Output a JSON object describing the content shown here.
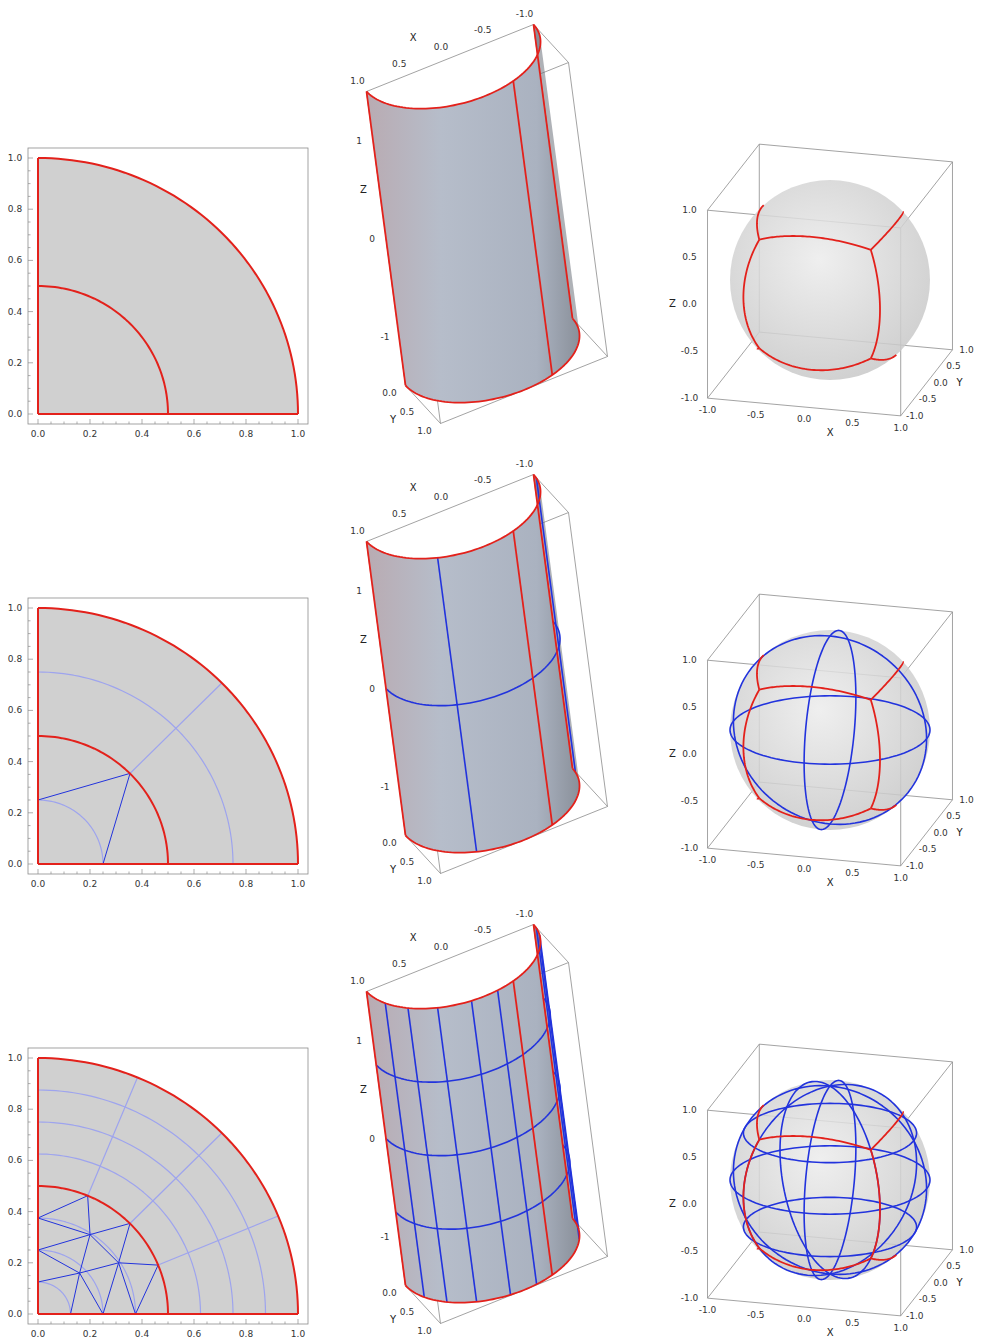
{
  "diagram": {
    "labels": [
      "0.0",
      "0.2",
      "0.4",
      "0.6",
      "0.8",
      "1.0",
      "0.0",
      "0.2",
      "0.4",
      "0.6",
      "0.8",
      "1.0",
      "1.0",
      "0.5",
      "0.0",
      "-0.5",
      "-1.0",
      "X",
      "1",
      "0",
      "-1",
      "Z",
      "0.0",
      "0.5",
      "1.0",
      "Y",
      "1.0",
      "0.5",
      "0.0",
      "-0.5",
      "-1.0",
      "Z",
      "-1.0",
      "-0.5",
      "0.0",
      "0.5",
      "1.0",
      "X",
      "1.0",
      "0.5",
      "0.0",
      "-0.5",
      "-1.0",
      "Y",
      "0.0",
      "0.2",
      "0.4",
      "0.6",
      "0.8",
      "1.0",
      "0.0",
      "0.2",
      "0.4",
      "0.6",
      "0.8",
      "1.0",
      "1.0",
      "0.5",
      "0.0",
      "-0.5",
      "-1.0",
      "X",
      "1",
      "0",
      "-1",
      "Z",
      "0.0",
      "0.5",
      "1.0",
      "Y",
      "1.0",
      "0.5",
      "0.0",
      "-0.5",
      "-1.0",
      "Z",
      "-1.0",
      "-0.5",
      "0.0",
      "0.5",
      "1.0",
      "X",
      "1.0",
      "0.5",
      "0.0",
      "-0.5",
      "-1.0",
      "Y",
      "0.0",
      "0.2",
      "0.4",
      "0.6",
      "0.8",
      "1.0",
      "0.0",
      "0.2",
      "0.4",
      "0.6",
      "0.8",
      "1.0",
      "1.0",
      "0.5",
      "0.0",
      "-0.5",
      "-1.0",
      "X",
      "1",
      "0",
      "-1",
      "Z",
      "0.0",
      "0.5",
      "1.0",
      "Y",
      "1.0",
      "0.5",
      "0.0",
      "-0.5",
      "-1.0",
      "Z",
      "-1.0",
      "-0.5",
      "0.0",
      "0.5",
      "1.0",
      "X",
      "1.0",
      "0.5",
      "0.0",
      "-0.5",
      "-1.0",
      "Y"
    ]
  }
}
